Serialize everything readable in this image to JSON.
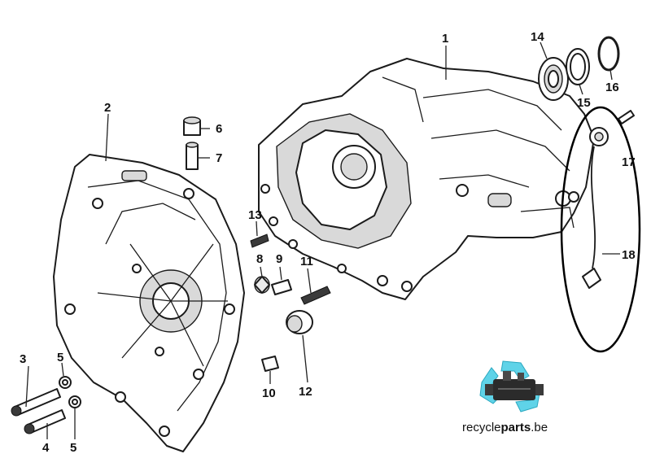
{
  "diagram": {
    "callouts": [
      {
        "id": "1",
        "label": "1"
      },
      {
        "id": "2",
        "label": "2"
      },
      {
        "id": "3",
        "label": "3"
      },
      {
        "id": "4",
        "label": "4"
      },
      {
        "id": "5a",
        "label": "5"
      },
      {
        "id": "5b",
        "label": "5"
      },
      {
        "id": "6",
        "label": "6"
      },
      {
        "id": "7",
        "label": "7"
      },
      {
        "id": "8",
        "label": "8"
      },
      {
        "id": "9",
        "label": "9"
      },
      {
        "id": "10",
        "label": "10"
      },
      {
        "id": "11",
        "label": "11"
      },
      {
        "id": "12",
        "label": "12"
      },
      {
        "id": "13",
        "label": "13"
      },
      {
        "id": "14",
        "label": "14"
      },
      {
        "id": "15",
        "label": "15"
      },
      {
        "id": "16",
        "label": "16"
      },
      {
        "id": "17",
        "label": "17"
      },
      {
        "id": "18",
        "label": "18"
      }
    ],
    "highlight_color": "#000000"
  },
  "watermark": {
    "text_plain": "recycle",
    "text_bold": "parts",
    "text_suffix": ".be",
    "logo_color": "#5fd3e8"
  }
}
